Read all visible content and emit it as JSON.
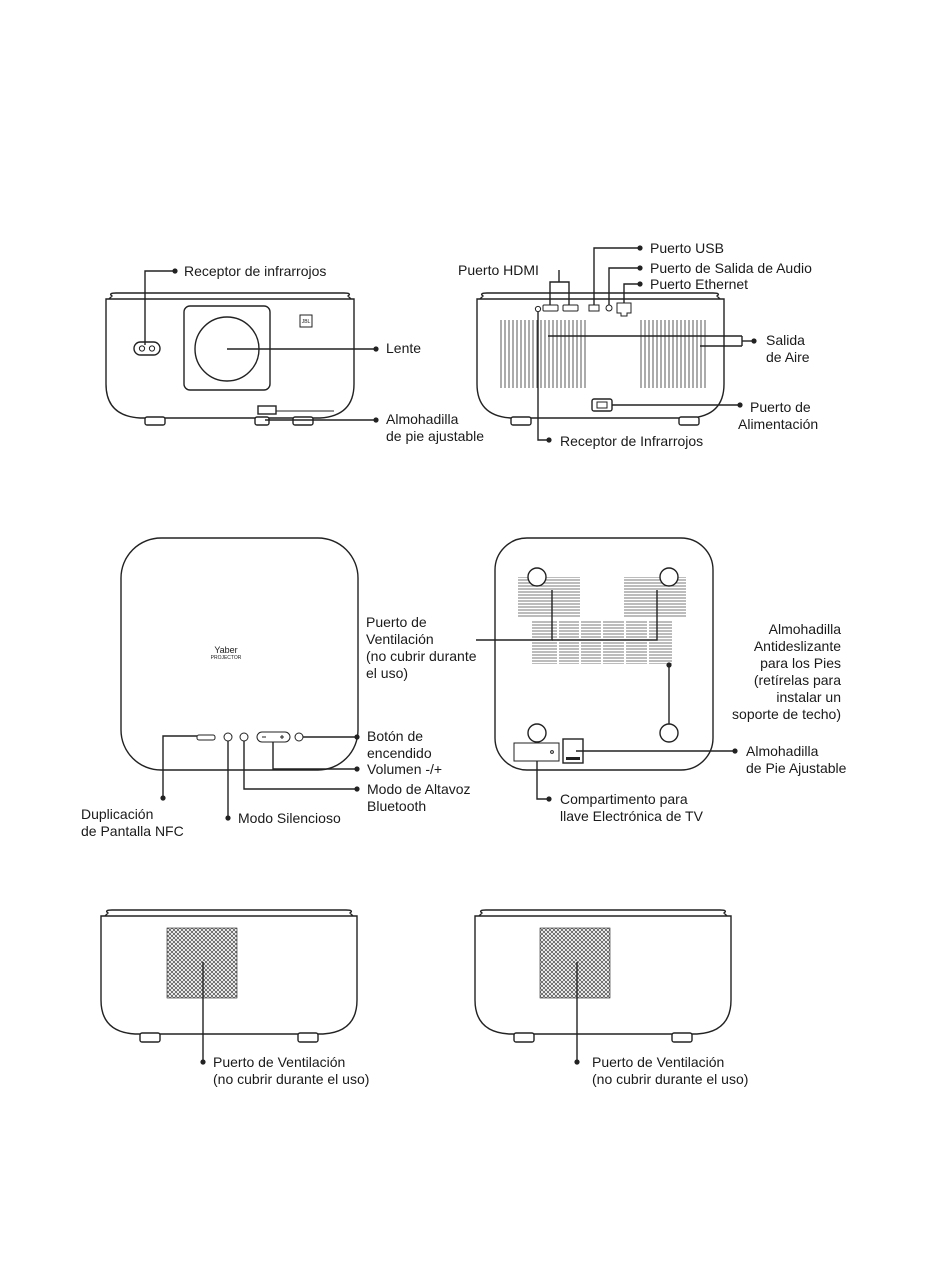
{
  "colors": {
    "line": "#222222",
    "background": "#ffffff"
  },
  "brand": {
    "logo": "Yaber",
    "sub": "PROJECTOR",
    "tag": "JBL"
  },
  "front": {
    "ir_receiver": "Receptor de infrarrojos",
    "lens": "Lente",
    "foot_pad": [
      "Almohadilla",
      "de pie ajustable"
    ]
  },
  "rear": {
    "hdmi": "Puerto HDMI",
    "usb": "Puerto USB",
    "audio_out": "Puerto de Salida de Audio",
    "ethernet": "Puerto Ethernet",
    "air_outlet": [
      "Salida",
      "de Aire"
    ],
    "power_port": [
      "Puerto de",
      "Alimentación"
    ],
    "ir_receiver": "Receptor de Infrarrojos"
  },
  "top": {
    "nfc": [
      "Duplicación",
      "de Pantalla NFC"
    ],
    "mute": "Modo Silencioso",
    "bluetooth": [
      "Modo de Altavoz",
      "Bluetooth"
    ],
    "volume": "Volumen -/+",
    "power_button": [
      "Botón de",
      "encendido"
    ]
  },
  "bottom": {
    "vent": [
      "Puerto de",
      "Ventilación",
      "(no cubrir durante",
      "el uso)"
    ],
    "anti_slip": [
      "Almohadilla",
      "Antideslizante",
      "para los Pies",
      "(retírelas para",
      "instalar un",
      "soporte de techo)"
    ],
    "adj_foot": [
      "Almohadilla",
      "de Pie Ajustable"
    ],
    "tv_key": [
      "Compartimento para",
      "llave Electrónica de TV"
    ]
  },
  "sides": {
    "left_vent": [
      "Puerto de Ventilación",
      "(no cubrir durante el uso)"
    ],
    "right_vent": [
      "Puerto de Ventilación",
      "(no cubrir durante el uso)"
    ]
  }
}
